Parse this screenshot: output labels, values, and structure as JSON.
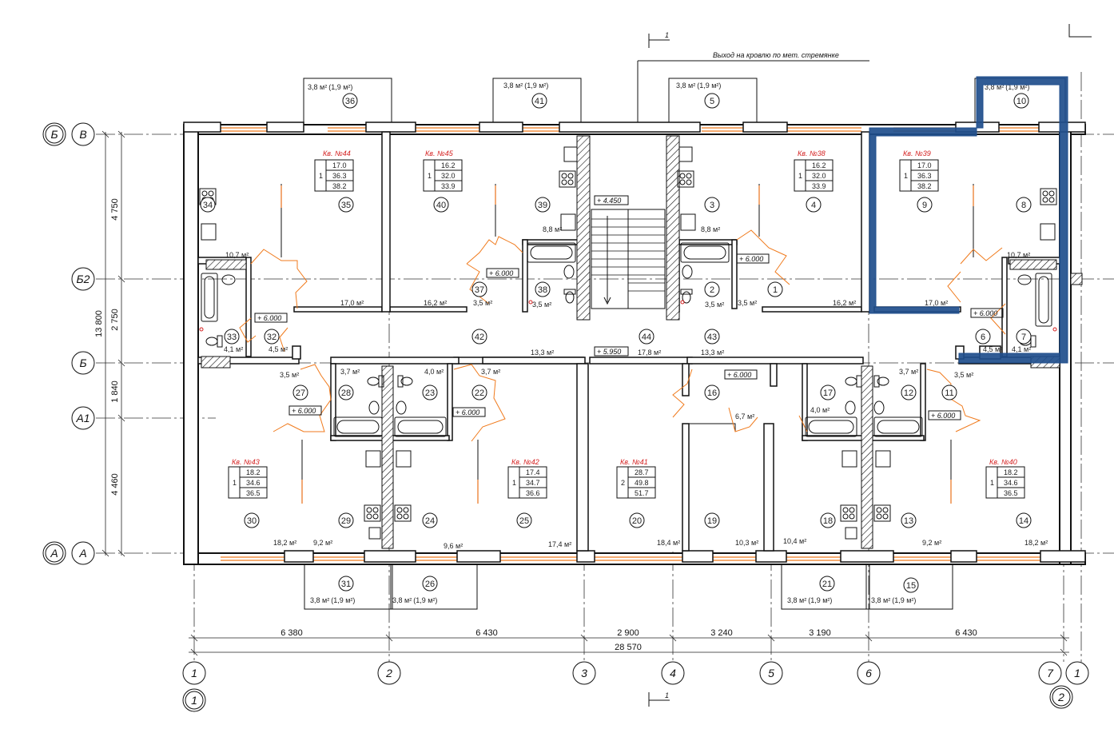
{
  "roof_note": "Выход на кровлю по мет. стремянке",
  "section_mark": "1",
  "axes_vertical_labels": [
    "1",
    "2",
    "3",
    "4",
    "5",
    "6",
    "7",
    "1"
  ],
  "axes_horizontal_labels": [
    "В",
    "Б2",
    "Б",
    "А1",
    "А"
  ],
  "axes_outer_labels": [
    "Б",
    "А"
  ],
  "axes_bottom_circled": [
    "1",
    "2"
  ],
  "dimensions_bottom": [
    "6 380",
    "6 430",
    "2 900",
    "3 240",
    "3 190",
    "6 430"
  ],
  "dimension_total": "28 570",
  "dimensions_left": [
    "4 750",
    "2 750",
    "1 840",
    "4 460"
  ],
  "dimension_left_total": "13 800",
  "balconies": [
    {
      "area": "3,8 м²",
      "secondary": "(1,9 м²)",
      "num": "36"
    },
    {
      "area": "3,8 м²",
      "secondary": "(1,9 м²)",
      "num": "41"
    },
    {
      "area": "3,8 м²",
      "secondary": "(1,9 м²)",
      "num": "5"
    },
    {
      "area": "3,8 м²",
      "secondary": "(1,9 м²)",
      "num": "10"
    },
    {
      "area": "3,8 м²",
      "secondary": "(1,9 м²)",
      "num": "31"
    },
    {
      "area": "3,8 м²",
      "secondary": "(1,9 м²)",
      "num": "26"
    },
    {
      "area": "3,8 м²",
      "secondary": "(1,9 м²)",
      "num": "21"
    },
    {
      "area": "3,8 м²",
      "secondary": "(1,9 м²)",
      "num": "15"
    }
  ],
  "apartments": [
    {
      "label": "Кв. №44",
      "rooms": "1",
      "v1": "17.0",
      "v2": "36.3",
      "v3": "38.2"
    },
    {
      "label": "Кв. №45",
      "rooms": "1",
      "v1": "16.2",
      "v2": "32.0",
      "v3": "33.9"
    },
    {
      "label": "Кв. №38",
      "rooms": "1",
      "v1": "16.2",
      "v2": "32.0",
      "v3": "33.9"
    },
    {
      "label": "Кв. №39",
      "rooms": "1",
      "v1": "17.0",
      "v2": "36.3",
      "v3": "38.2"
    },
    {
      "label": "Кв. №43",
      "rooms": "1",
      "v1": "18.2",
      "v2": "34.6",
      "v3": "36.5"
    },
    {
      "label": "Кв. №42",
      "rooms": "1",
      "v1": "17.4",
      "v2": "34.7",
      "v3": "36.6"
    },
    {
      "label": "Кв. №41",
      "rooms": "2",
      "v1": "28.7",
      "v2": "49.8",
      "v3": "51.7"
    },
    {
      "label": "Кв. №40",
      "rooms": "1",
      "v1": "18.2",
      "v2": "34.6",
      "v3": "36.5"
    }
  ],
  "rooms": [
    {
      "n": "34"
    },
    {
      "n": "35"
    },
    {
      "n": "40"
    },
    {
      "n": "39"
    },
    {
      "n": "3"
    },
    {
      "n": "4"
    },
    {
      "n": "9"
    },
    {
      "n": "8"
    },
    {
      "n": "37"
    },
    {
      "n": "38"
    },
    {
      "n": "2"
    },
    {
      "n": "1"
    },
    {
      "n": "33"
    },
    {
      "n": "32"
    },
    {
      "n": "42"
    },
    {
      "n": "44"
    },
    {
      "n": "43"
    },
    {
      "n": "6"
    },
    {
      "n": "7"
    },
    {
      "n": "27"
    },
    {
      "n": "28"
    },
    {
      "n": "23"
    },
    {
      "n": "22"
    },
    {
      "n": "16"
    },
    {
      "n": "17"
    },
    {
      "n": "12"
    },
    {
      "n": "11"
    },
    {
      "n": "30"
    },
    {
      "n": "29"
    },
    {
      "n": "24"
    },
    {
      "n": "25"
    },
    {
      "n": "20"
    },
    {
      "n": "19"
    },
    {
      "n": "18"
    },
    {
      "n": "13"
    },
    {
      "n": "14"
    }
  ],
  "areas": [
    "10,7 м²",
    "17,0 м²",
    "16,2 м²",
    "3,5 м²",
    "3,5 м²",
    "8,8 м²",
    "8,8 м²",
    "3,5 м²",
    "3,5 м²",
    "16,2 м²",
    "17,0 м²",
    "10,7 м²",
    "4,1 м²",
    "4,5 м²",
    "13,3 м²",
    "17,8 м²",
    "13,3 м²",
    "4,5 м²",
    "4,1 м²",
    "3,5 м²",
    "3,7 м²",
    "4,0 м²",
    "3,7 м²",
    "6,7 м²",
    "4,0 м²",
    "3,7 м²",
    "3,5 м²",
    "18,2 м²",
    "9,2 м²",
    "9,6 м²",
    "17,4 м²",
    "18,4 м²",
    "10,3 м²",
    "10,4 м²",
    "9,2 м²",
    "18,2 м²"
  ],
  "levels": [
    "+ 6.000",
    "+ 6.000",
    "+ 6.000",
    "+ 6.000",
    "+ 6.000",
    "+ 6.000",
    "+ 6.000",
    "+ 6.000",
    "+ 4.450",
    "+ 5.950"
  ],
  "highlight_color": "#1f4e8c",
  "door_color": "#f07a1c",
  "apartment_label_color": "#d42020"
}
